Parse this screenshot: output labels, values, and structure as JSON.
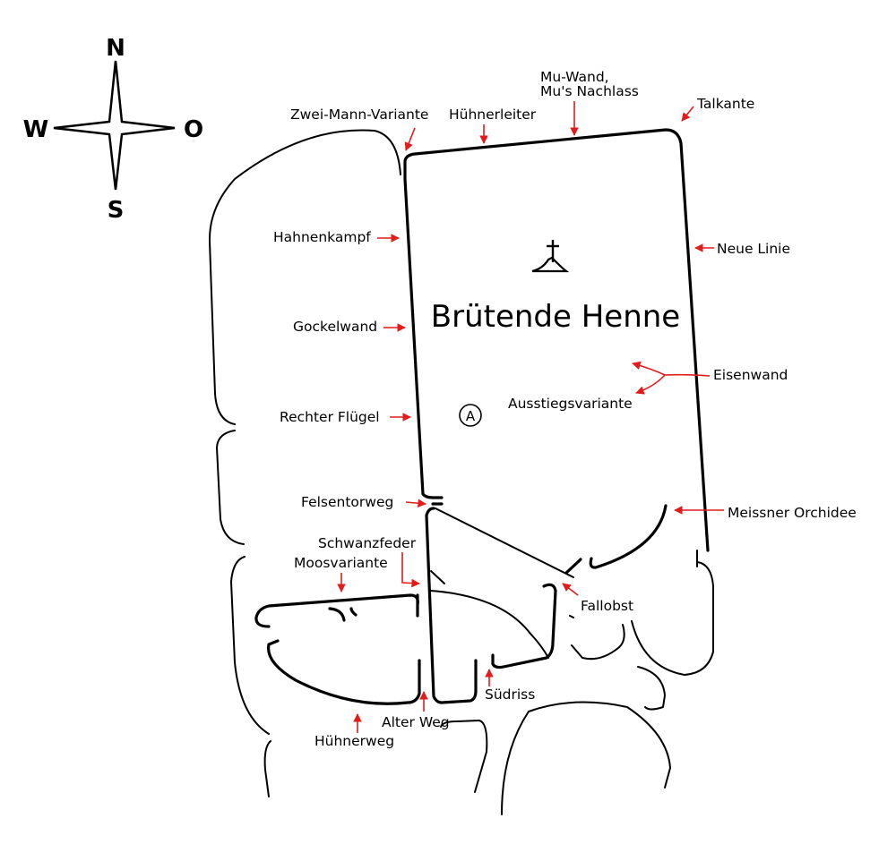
{
  "compass": {
    "north": "N",
    "east": "O",
    "south": "S",
    "west": "W"
  },
  "summit": {
    "name": "Brütende Henne",
    "marker": "A",
    "icon": "summit-cross-icon"
  },
  "routes": [
    {
      "name": "Zwei-Mann-Variante"
    },
    {
      "name": "Hühnerleiter"
    },
    {
      "name": "Mu-Wand,",
      "name2": "Mu's Nachlass"
    },
    {
      "name": "Talkante"
    },
    {
      "name": "Hahnenkampf"
    },
    {
      "name": "Neue Linie"
    },
    {
      "name": "Gockelwand"
    },
    {
      "name": "Eisenwand"
    },
    {
      "name": "Ausstiegsvariante"
    },
    {
      "name": "Rechter Flügel"
    },
    {
      "name": "Felsentorweg"
    },
    {
      "name": "Meissner Orchidee"
    },
    {
      "name": "Schwanzfeder"
    },
    {
      "name": "Moosvariante"
    },
    {
      "name": "Fallobst"
    },
    {
      "name": "Südriss"
    },
    {
      "name": "Alter Weg"
    },
    {
      "name": "Hühnerweg"
    }
  ],
  "colors": {
    "arrow": "#e31b1b",
    "outline": "#000000",
    "background": "#ffffff"
  }
}
